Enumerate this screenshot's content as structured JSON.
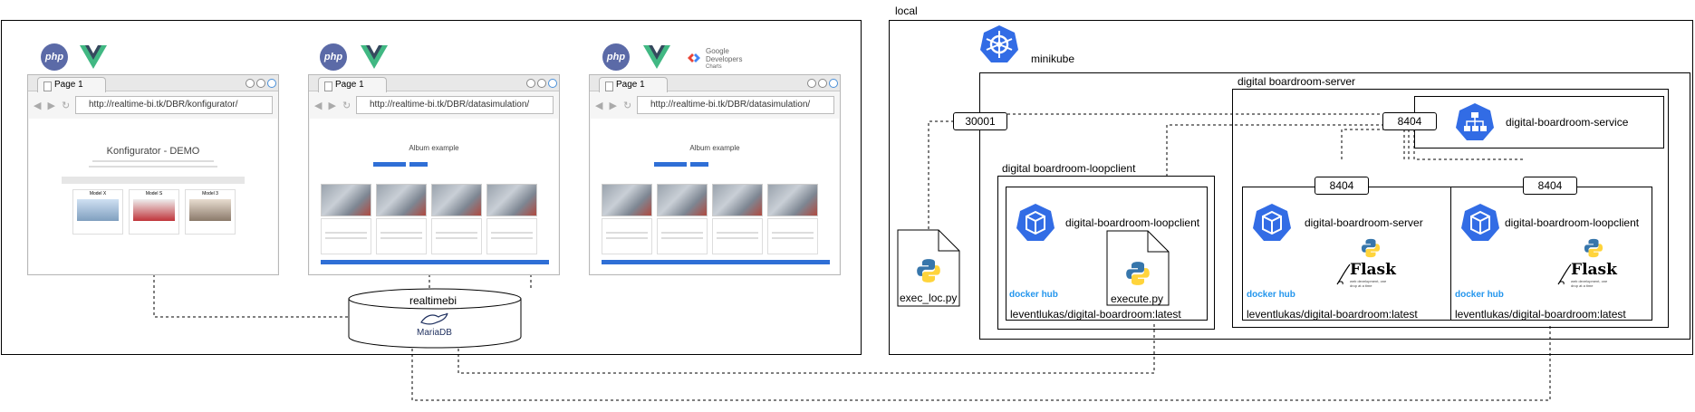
{
  "local": {
    "title": "local"
  },
  "minikube": {
    "title": "minikube"
  },
  "server_ns": {
    "title": "digital boardroom-server"
  },
  "loop_ns": {
    "title": "digital boardroom-loopclient"
  },
  "service": {
    "label": "digital-boardroom-service",
    "port": "8404"
  },
  "nodeport": "30001",
  "pods": [
    {
      "label": "digital-boardroom-loopclient",
      "image": "leventlukas/digital-boardroom:latest",
      "port": "",
      "file": "execute.py"
    },
    {
      "label": "digital-boardroom-server",
      "image": "leventlukas/digital-boardroom:latest",
      "port": "8404"
    },
    {
      "label": "digital-boardroom-loopclient",
      "image": "leventlukas/digital-boardroom:latest",
      "port": "8404"
    }
  ],
  "exec_file": "exec_loc.py",
  "database": {
    "label": "realtimebi",
    "engine": "MariaDB"
  },
  "dockerhub": "docker hub",
  "flask": {
    "name": "Flask",
    "tagline": "web development, one drop at a time"
  },
  "php": "php",
  "google_dev": {
    "line1": "Google",
    "line2": "Developers",
    "line3": "Charts"
  },
  "browsers": [
    {
      "tab": "Page 1",
      "url": "http://realtime-bi.tk/DBR/konfigurator/",
      "page_title": "Konfigurator - DEMO",
      "models": [
        "Model X",
        "Model S",
        "Model 3"
      ]
    },
    {
      "tab": "Page 1",
      "url": "http://realtime-bi.tk/DBR/datasimulation/",
      "page_title": "Album example"
    },
    {
      "tab": "Page 1",
      "url": "http://realtime-bi.tk/DBR/datasimulation/",
      "page_title": "Album example"
    }
  ],
  "colors": {
    "k8s_blue": "#326ce5",
    "php": "#5b6aa7",
    "vue_green": "#41b883",
    "vue_dark": "#35495e",
    "docker": "#2496ed",
    "python_blue": "#3776ab",
    "python_yellow": "#ffd43b"
  }
}
